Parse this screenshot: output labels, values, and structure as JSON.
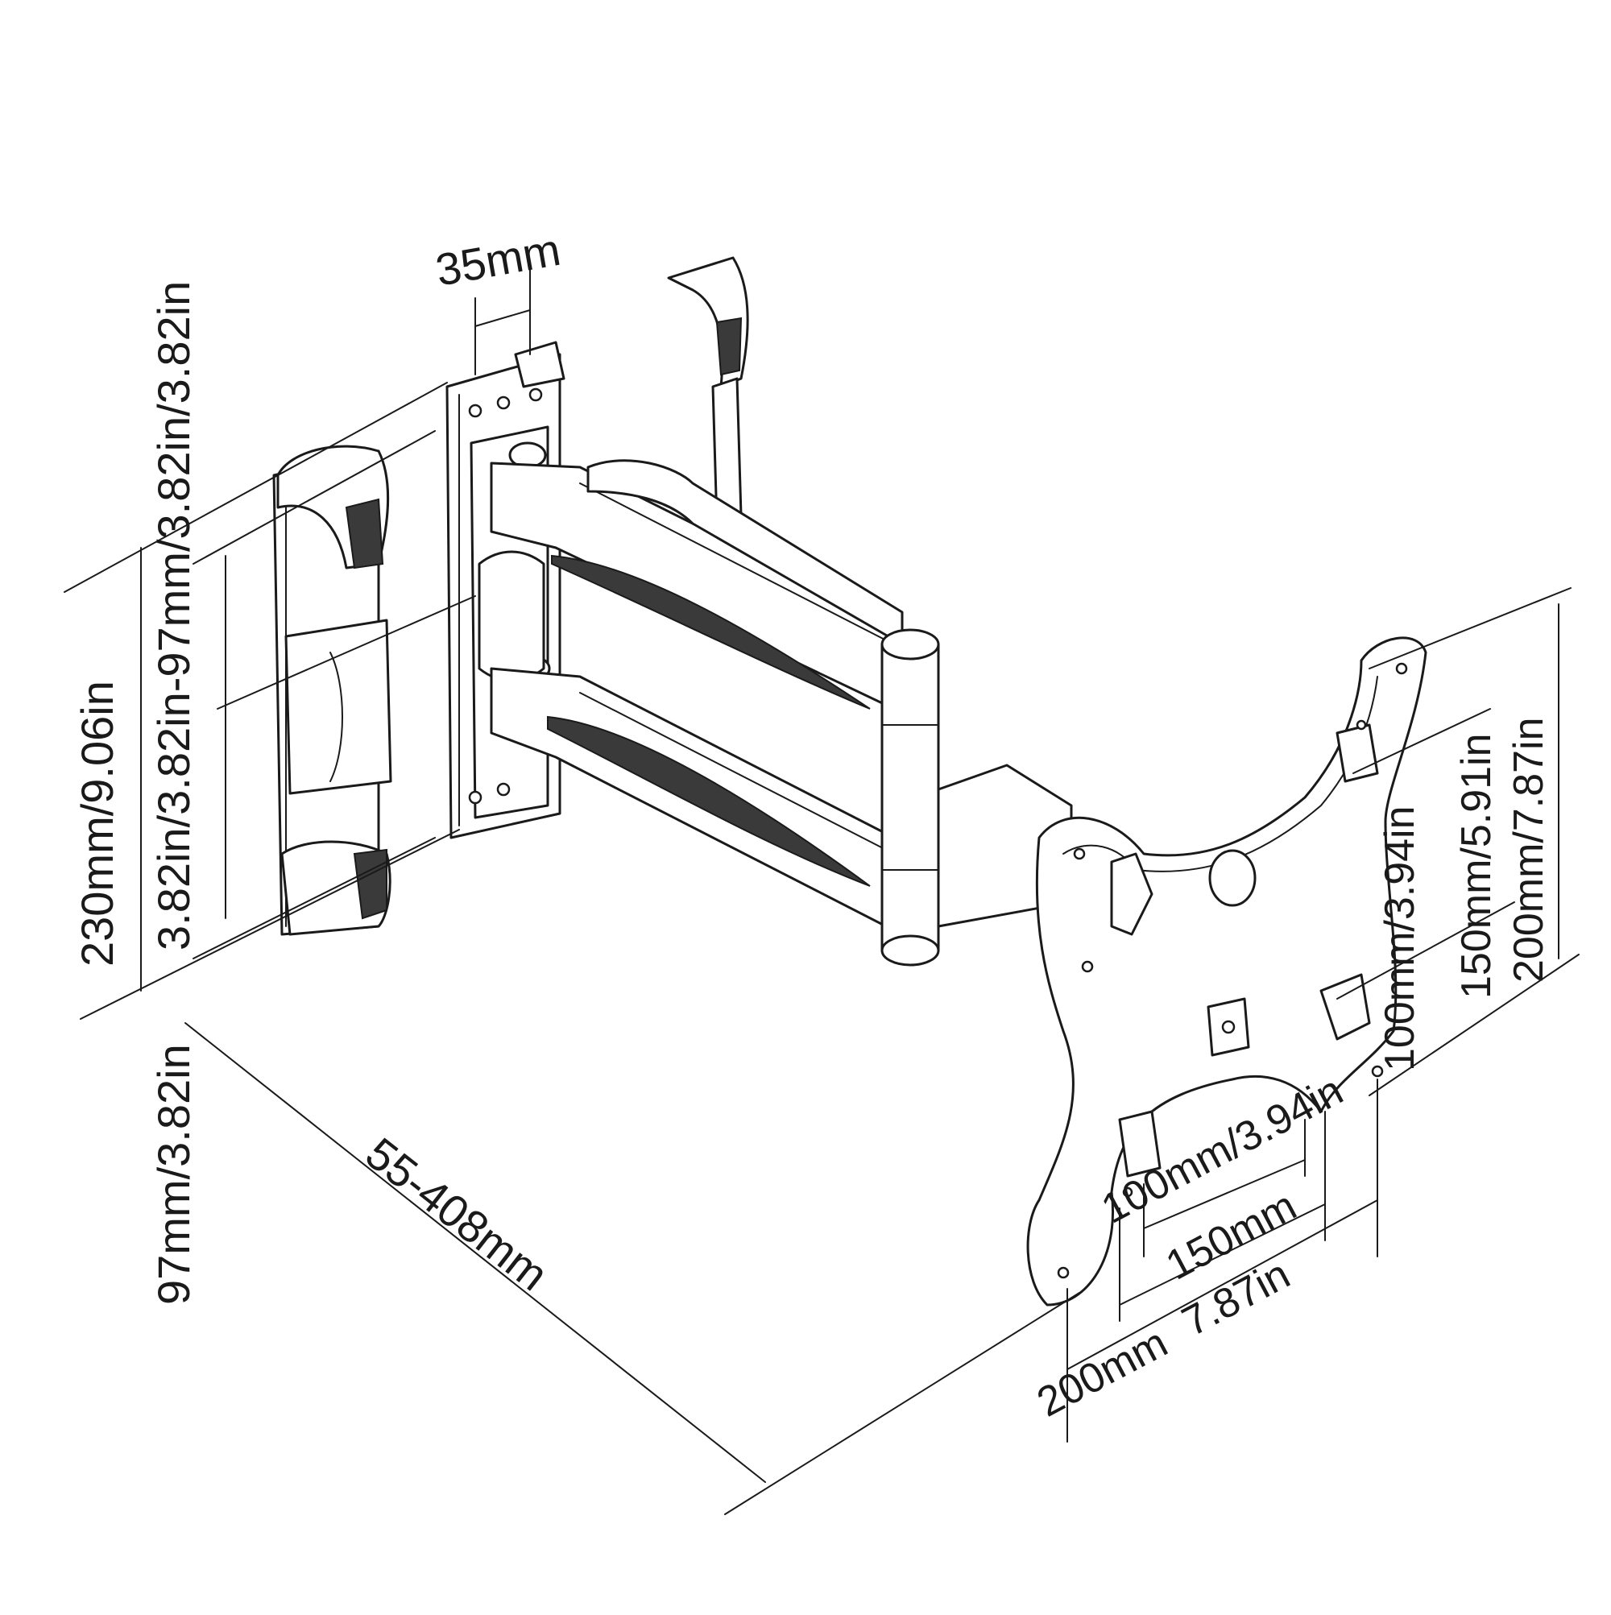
{
  "dimensions": {
    "bracket_width": "35mm",
    "wall_plate_height": "230mm/9.06in",
    "wall_hole_spacing": "3.82in/3.82in-97mm/3.82in/3.82in",
    "wall_hole_spacing_lower": "97mm/3.82in",
    "arm_extension": "55-408mm",
    "vesa_v_100": "100mm/3.94in",
    "vesa_v_150": "150mm/5.91in",
    "vesa_v_200": "200mm/7.87in",
    "vesa_h_100": "100mm/3.94in",
    "vesa_h_150": "150mm",
    "vesa_h_200_in": "7.87in",
    "vesa_h_200_mm": "200mm"
  }
}
